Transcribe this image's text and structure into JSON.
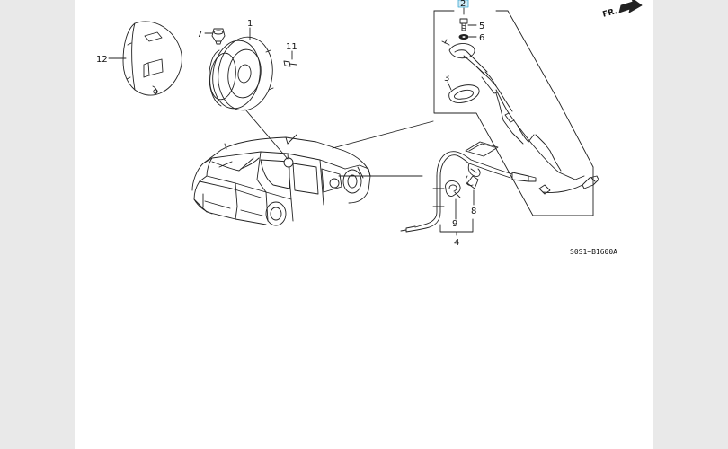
{
  "diagram": {
    "callouts": {
      "c1": "1",
      "c2": "2",
      "c3": "3",
      "c4": "4",
      "c5": "5",
      "c6": "6",
      "c7": "7",
      "c8": "8",
      "c9": "9",
      "c11": "11",
      "c12": "12"
    },
    "direction_label": "FR.",
    "figure_code": "S0S1−B1600A",
    "highlight_color": "#cfeaf5"
  }
}
